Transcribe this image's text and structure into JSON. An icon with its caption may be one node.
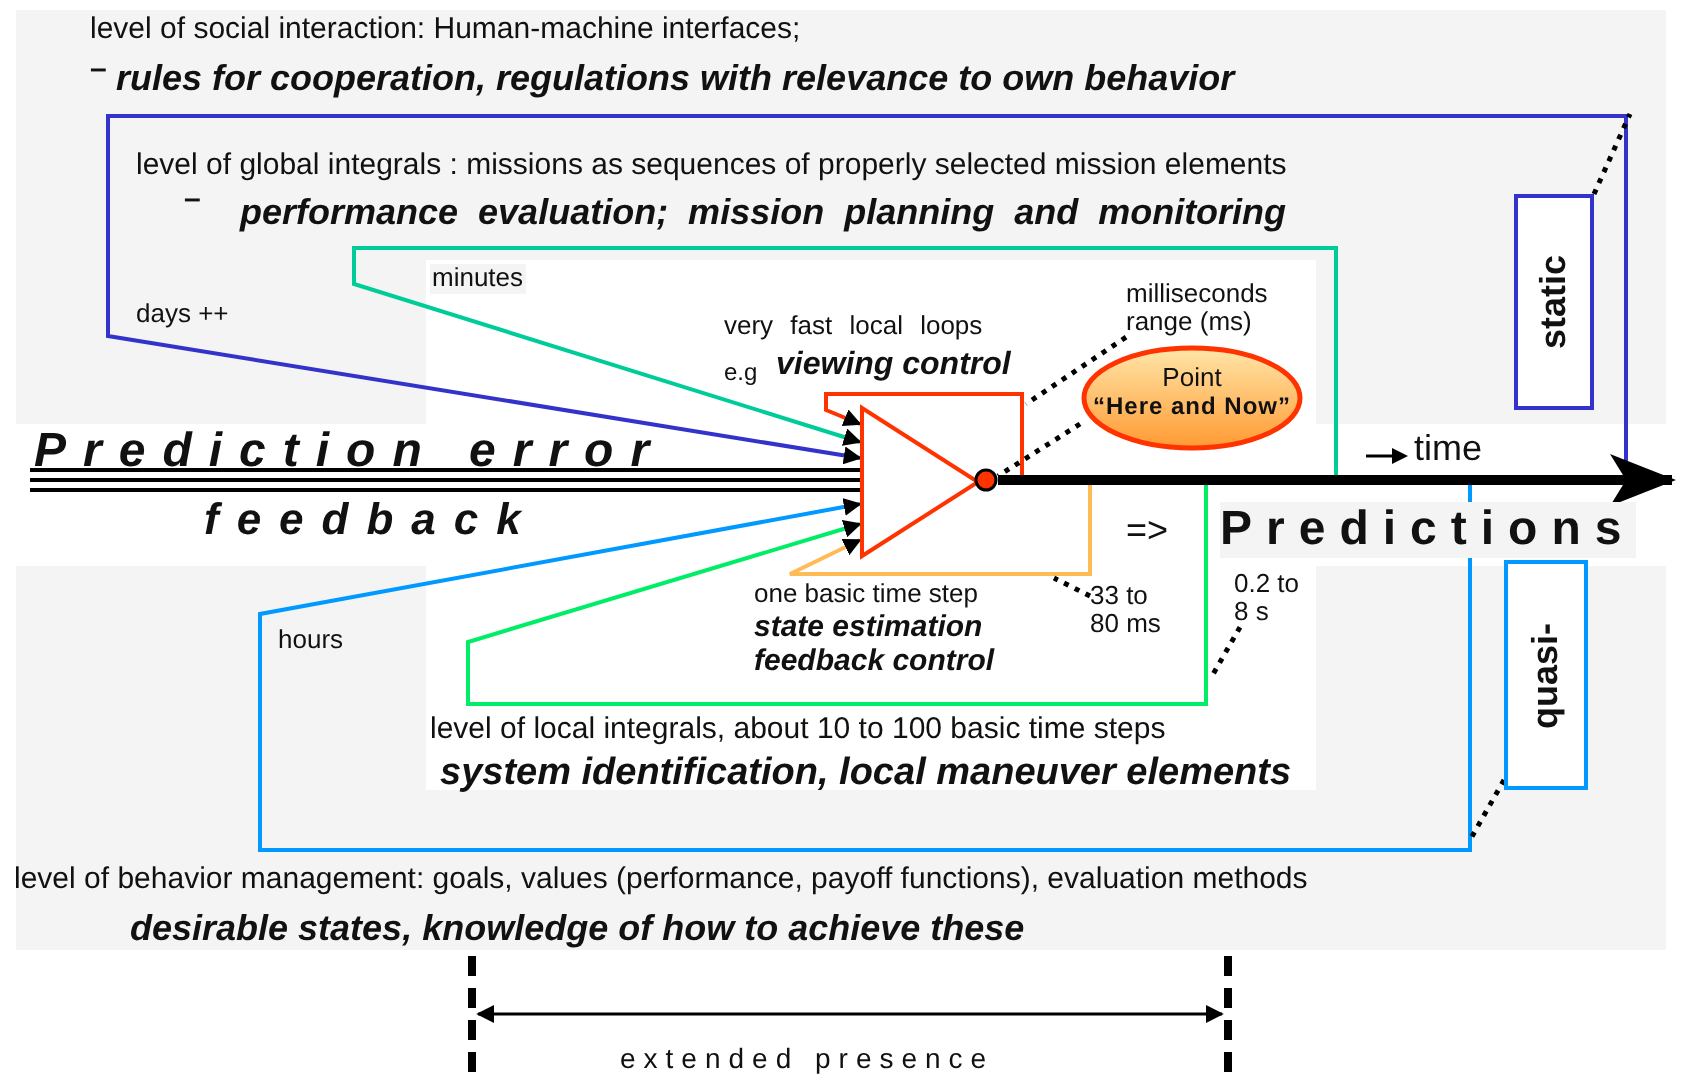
{
  "diagram": {
    "nodes": [
      {
        "text": [],
        "shape": "triangle"
      },
      {
        "text": [],
        "shape": "circle"
      },
      {
        "text": [
          "Point",
          "“Here and Now”"
        ]
      },
      {
        "text": [
          "milliseconds range (ms)"
        ]
      },
      {
        "text": [
          "static"
        ]
      },
      {
        "text": [
          "quasi-"
        ]
      },
      {
        "text": [
          "33 to 80 ms"
        ]
      },
      {
        "text": [
          "0.2 to 8 s"
        ]
      }
    ],
    "edges": [
      {
        "from": null,
        "to": 0,
        "arrow": "to",
        "color": "#ff3300"
      },
      {
        "from": null,
        "to": 0,
        "arrow": "to",
        "color": "#3333cc",
        "label": "days ++"
      },
      {
        "from": null,
        "to": 0,
        "arrow": "to",
        "color": "#00cc99",
        "label": "minutes"
      },
      {
        "from": null,
        "to": 0,
        "arrow": "to",
        "color": "#0099ff",
        "label": "hours"
      },
      {
        "from": null,
        "to": 0,
        "arrow": "to",
        "color": "#00ee66"
      },
      {
        "from": null,
        "to": 0,
        "arrow": "to",
        "color": "#ffbb55"
      },
      {
        "from": 3,
        "to": null,
        "arrow": "none",
        "style": "dashed",
        "color": "#000000"
      },
      {
        "from": 2,
        "to": 1,
        "arrow": "none",
        "style": "dashed",
        "color": "#000000"
      },
      {
        "from": 4,
        "to": null,
        "arrow": "none",
        "style": "dashed",
        "color": "#000000"
      },
      {
        "from": 5,
        "to": null,
        "arrow": "none",
        "style": "dashed",
        "color": "#000000"
      },
      {
        "from": 6,
        "to": null,
        "arrow": "none",
        "style": "dashed",
        "color": "#000000"
      },
      {
        "from": 7,
        "to": null,
        "arrow": "none",
        "style": "dashed",
        "color": "#000000"
      },
      {
        "from": 1,
        "to": null,
        "arrow": "to",
        "style": "thick",
        "color": "#000000"
      }
    ],
    "labels": [
      "level of social interaction:   Human-machine interfaces;",
      "–",
      "rules for cooperation, regulations with relevance to own behavior",
      "level of global integrals : missions as sequences of properly selected mission elements",
      "–",
      "performance evaluation;  mission planning and monitoring",
      "very fast local loops",
      "e.g",
      "viewing control",
      "Prediction error",
      "feedback",
      "time",
      "=>",
      "Predictions",
      "one basic time step",
      "state estimation feedback control",
      "level of local integrals, about 10 to 100 basic time steps",
      "system identification, local maneuver elements",
      "level of behavior management: goals, values (performance, payoff functions), evaluation methods",
      "desirable states, knowledge of how to achieve these",
      "extended presence"
    ]
  }
}
